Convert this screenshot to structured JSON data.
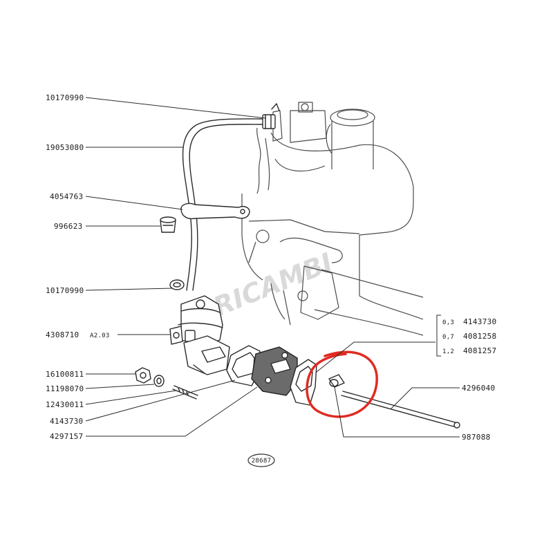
{
  "diagram": {
    "labels": {
      "hose_clamp_top": "10170990",
      "fuel_hose": "19053080",
      "bracket": "4054763",
      "grommet": "996623",
      "hose_clamp_bottom": "10170990",
      "fuel_pump": "4308710",
      "fuel_pump_variant": "A2.03",
      "nut": "16100811",
      "washer": "11198070",
      "stud": "12430011",
      "gasket": "4143730",
      "spacer": "4297157",
      "push_rod": "4296040",
      "pin": "987088",
      "drawing_number": "28687"
    },
    "shim_options": [
      {
        "thickness": "0,3",
        "part": "4143730"
      },
      {
        "thickness": "0,7",
        "part": "4081258"
      },
      {
        "thickness": "1,2",
        "part": "4081257"
      }
    ],
    "watermark": "RICAMBI",
    "highlight_color": "#e02a20"
  }
}
